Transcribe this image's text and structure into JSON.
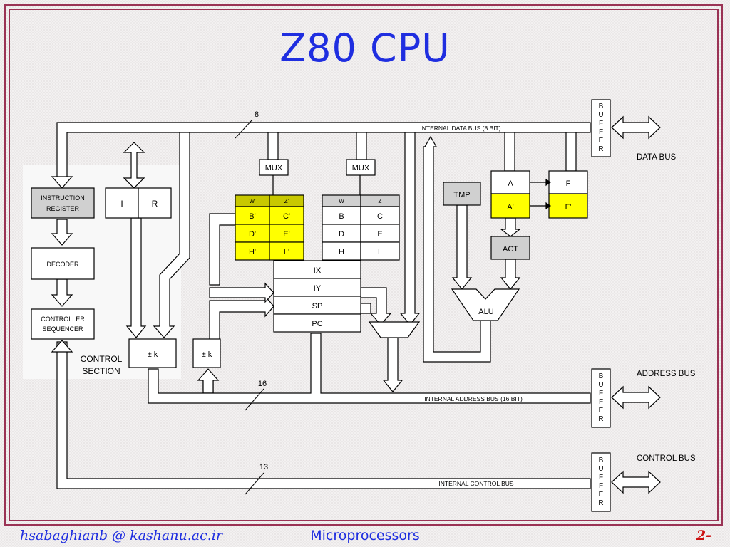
{
  "slide": {
    "title": "Z80 CPU",
    "footer_left": "hsabaghianb @ kashanu.ac.ir",
    "footer_center": "Microprocessors",
    "footer_right": "2-"
  },
  "diagram": {
    "instruction_register": [
      "INSTRUCTION",
      "REGISTER"
    ],
    "decoder": "DECODER",
    "controller": [
      "CONTROLLER",
      "SEQUENCER"
    ],
    "control_section": [
      "CONTROL",
      "SECTION"
    ],
    "reg_i": "I",
    "reg_r": "R",
    "inc_dec_1": "± k",
    "inc_dec_2": "± k",
    "mux_1": "MUX",
    "mux_2": "MUX",
    "alt_regs": {
      "header": [
        "W'",
        "Z'"
      ],
      "rows": [
        [
          "B'",
          "C'"
        ],
        [
          "D'",
          "E'"
        ],
        [
          "H'",
          "L'"
        ]
      ]
    },
    "main_regs": {
      "header": [
        "W",
        "Z"
      ],
      "rows": [
        [
          "B",
          "C"
        ],
        [
          "D",
          "E"
        ],
        [
          "H",
          "L"
        ]
      ]
    },
    "index_regs": [
      "IX",
      "IY",
      "SP",
      "PC"
    ],
    "tmp": "TMP",
    "acc": "A",
    "acc_alt": "A'",
    "flags": "F",
    "flags_alt": "F'",
    "act": "ACT",
    "alu": "ALU",
    "buffer_letters": [
      "B",
      "U",
      "F",
      "F",
      "E",
      "R"
    ],
    "data_bus_width": "8",
    "internal_data_bus": "INTERNAL DATA BUS (8 BIT)",
    "data_bus": "DATA BUS",
    "address_bus_width": "16",
    "internal_address_bus": "INTERNAL ADDRESS BUS (16 BIT)",
    "address_bus": "ADDRESS BUS",
    "control_bus_width": "13",
    "internal_control_bus": "INTERNAL CONTROL BUS",
    "control_bus": "CONTROL BUS"
  },
  "colors": {
    "title": "#1f2ee0",
    "frame": "#9a3355",
    "alt_register": "#ffff00",
    "alt_register_header": "#c8c800",
    "gray_block": "#d0d0d0"
  }
}
